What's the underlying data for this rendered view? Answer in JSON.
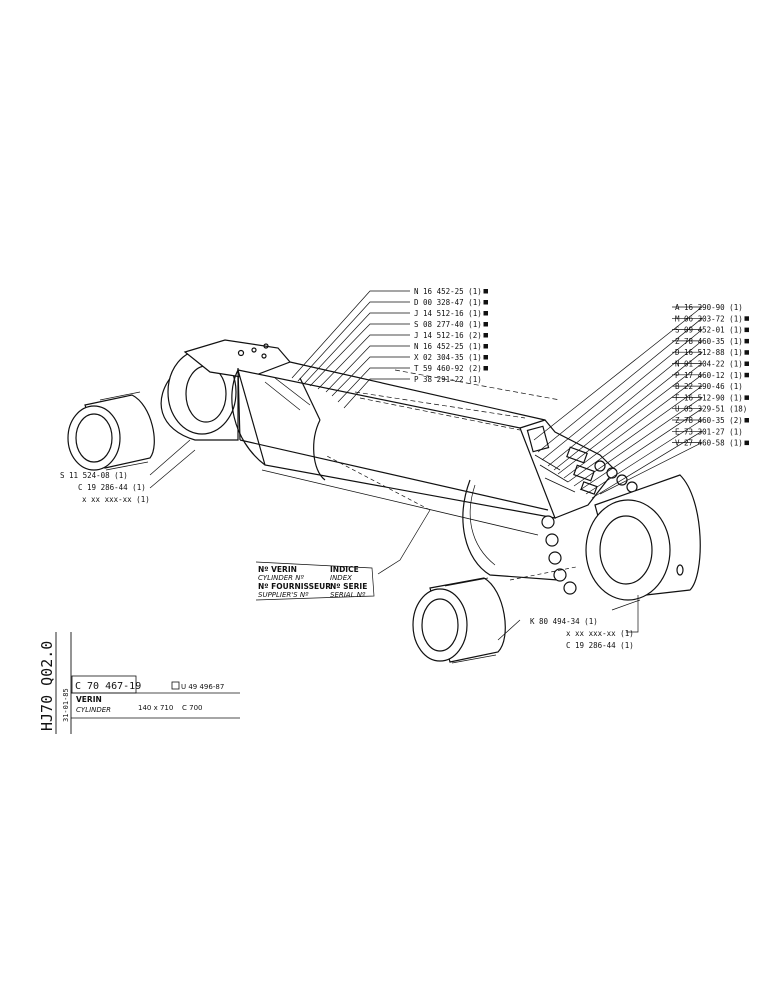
{
  "left_callouts": [
    {
      "code": "N 16 452-25 (1)",
      "mark": true
    },
    {
      "code": "D 00 328-47 (1)",
      "mark": true
    },
    {
      "code": "J 14 512-16 (1)",
      "mark": true
    },
    {
      "code": "S 08 277-40 (1)",
      "mark": true
    },
    {
      "code": "J 14 512-16 (2)",
      "mark": true
    },
    {
      "code": "N 16 452-25 (1)",
      "mark": true
    },
    {
      "code": "X 02 304-35 (1)",
      "mark": true
    },
    {
      "code": "T 59 460-92 (2)",
      "mark": true
    },
    {
      "code": "P 38 291-22 (1)",
      "mark": false
    }
  ],
  "right_callouts": [
    {
      "code": "A 16 290-90 (1)",
      "mark": false
    },
    {
      "code": "M 06 303-72 (1)",
      "mark": true
    },
    {
      "code": "S 09 452-01 (1)",
      "mark": true
    },
    {
      "code": "Z 78 460-35 (1)",
      "mark": true
    },
    {
      "code": "D 16 512-88 (1)",
      "mark": true
    },
    {
      "code": "N 01 304-22 (1)",
      "mark": true
    },
    {
      "code": "P 17 460-12 (1)",
      "mark": true
    },
    {
      "code": "B 22 290-46 (1)",
      "mark": false
    },
    {
      "code": "F 16 512-90 (1)",
      "mark": true
    },
    {
      "code": "U 05 329-51 (18)",
      "mark": false
    },
    {
      "code": "Z 78 460-35 (2)",
      "mark": true
    },
    {
      "code": "E 73 301-27 (1)",
      "mark": false
    },
    {
      "code": "V 27 460-58 (1)",
      "mark": true
    }
  ],
  "bush_left": {
    "lines": [
      "S 11 524-08 (1)",
      "C 19 286-44 (1)",
      "x xx xxx-xx (1)"
    ]
  },
  "bush_right": {
    "lines": [
      "K 80 494-34 (1)",
      "x xx xxx-xx (1)",
      "C 19 286-44 (1)"
    ]
  },
  "info_box": {
    "left_lines": [
      "Nº VERIN",
      "CYLINDER Nº",
      "Nº FOURNISSEUR",
      "SUPPLIER'S Nº"
    ],
    "right_lines": [
      "INDICE",
      "INDEX",
      "Nº SERIE",
      "SERIAL Nº"
    ]
  },
  "title_block": {
    "side_code": "HJ70 Q02.0",
    "side_date": "31-01-85",
    "part_number": "C 70 467-19",
    "ref_number": "U 49 496-87",
    "name_fr": "VERIN",
    "name_en": "CYLINDER",
    "dimensions": "140 x 710",
    "model": "C 700"
  }
}
